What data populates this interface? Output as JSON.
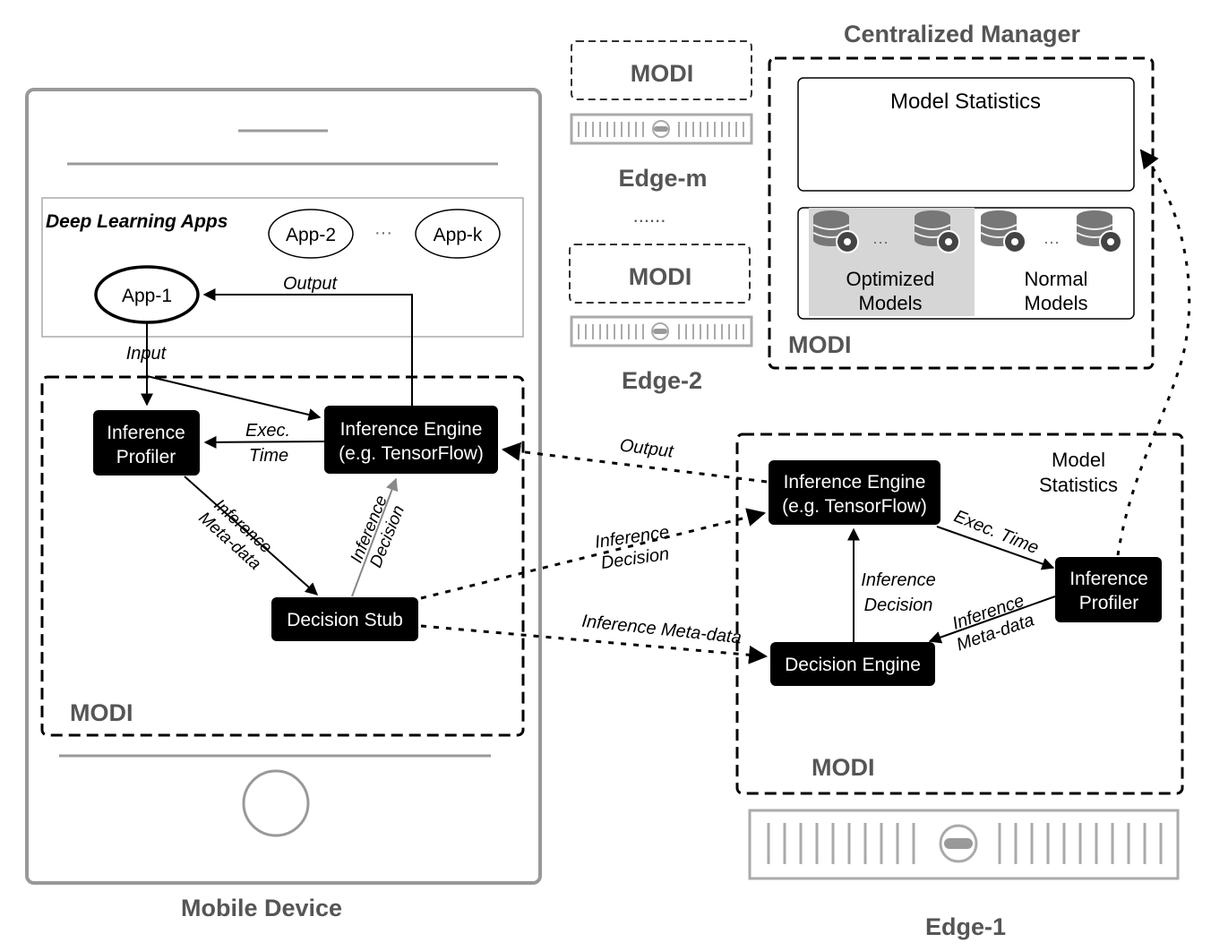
{
  "mobile": {
    "caption": "Mobile Device",
    "apps_title": "Deep Learning Apps",
    "app1": "App-1",
    "app2": "App-2",
    "appk": "App-k",
    "apps_ellipsis": "···",
    "profiler": [
      "Inference",
      "Profiler"
    ],
    "engine": [
      "Inference Engine",
      "(e.g. TensorFlow)"
    ],
    "stub": "Decision Stub",
    "modi": "MODI",
    "input_label": "Input",
    "output_label": "Output",
    "exec_time": [
      "Exec.",
      "Time"
    ],
    "meta_data": [
      "Inference",
      "Meta-data"
    ],
    "decision": [
      "Inference",
      "Decision"
    ]
  },
  "edges": {
    "edge_m": {
      "modi": "MODI",
      "label": "Edge-m"
    },
    "dots": "......",
    "edge_2": {
      "modi": "MODI",
      "label": "Edge-2"
    }
  },
  "manager": {
    "title": "Centralized Manager",
    "stats": "Model Statistics",
    "optimized": [
      "Optimized",
      "Models"
    ],
    "normal": [
      "Normal",
      "Models"
    ],
    "ellipsis": "···",
    "modi": "MODI"
  },
  "edge1": {
    "label": "Edge-1",
    "modi": "MODI",
    "engine": [
      "Inference Engine",
      "(e.g. TensorFlow)"
    ],
    "profiler": [
      "Inference",
      "Profiler"
    ],
    "decision_engine": "Decision Engine",
    "model_stats": [
      "Model",
      "Statistics"
    ],
    "exec_time": "Exec. Time",
    "decision": [
      "Inference",
      "Decision"
    ],
    "meta_data": [
      "Inference",
      "Meta-data"
    ]
  },
  "links": {
    "output": "Output",
    "decision": [
      "Inference",
      "Decision"
    ],
    "meta_data": "Inference Meta-data"
  }
}
